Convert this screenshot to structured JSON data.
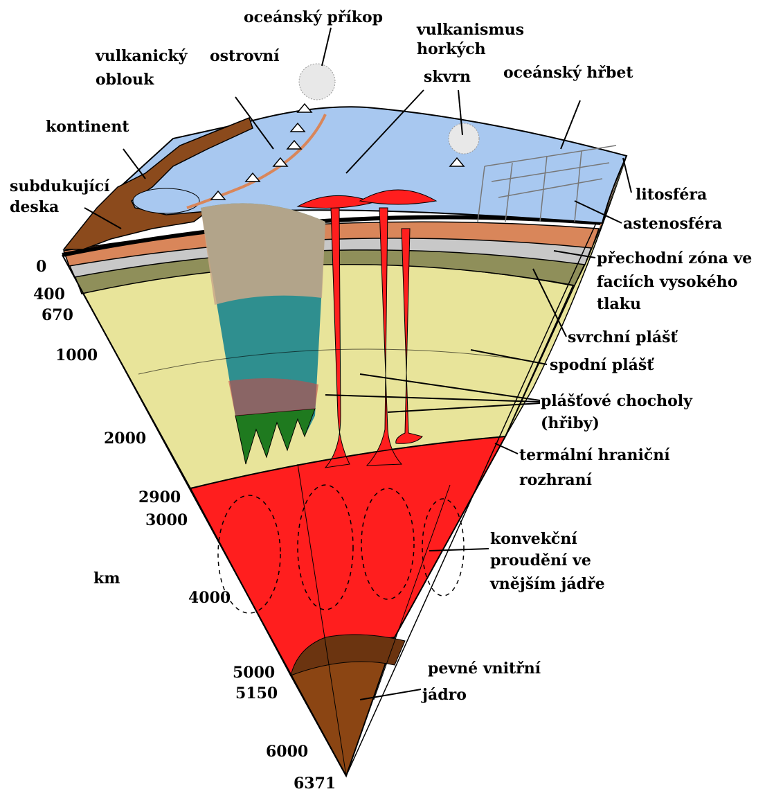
{
  "labels": {
    "ocean_trench": "oceánský příkop",
    "volcanic_arc_1": "vulkanický",
    "volcanic_arc_2": "ostrovní",
    "volcanic_arc_3": "oblouk",
    "hotspot_1": "vulkanismus",
    "hotspot_2": "horkých",
    "hotspot_3": "skvrn",
    "ocean_ridge": "oceánský hřbet",
    "continent": "kontinent",
    "subducting_1": "subdukující",
    "subducting_2": "deska",
    "lithosphere": "litosféra",
    "asthenosphere": "astenosféra",
    "transition_1": "přechodní zóna ve",
    "transition_2": "faciích vysokého",
    "transition_3": "tlaku",
    "upper_mantle": "svrchní plášť",
    "lower_mantle": "spodní plášť",
    "plumes_1": "plášťové chocholy",
    "plumes_2": "(hřiby)",
    "thermal_1": "termální hraniční",
    "thermal_2": "rozhraní",
    "convection_1": "konvekční",
    "convection_2": "proudění ve",
    "convection_3": "vnějším jádře",
    "inner_core_1": "pevné vnitřní",
    "inner_core_2": "jádro",
    "unit": "km"
  },
  "depths": [
    "0",
    "400",
    "670",
    "1000",
    "2000",
    "2900",
    "3000",
    "4000",
    "5000",
    "5150",
    "6000",
    "6371"
  ],
  "colors": {
    "ocean": "#a8c8f0",
    "crust_brown": "#8b4a1c",
    "astheno_orange": "#d9865a",
    "transition_gray": "#c8c8c8",
    "olive": "#8f8f5a",
    "mantle_yellow": "#e8e49a",
    "outer_core_red": "#ff1e1e",
    "inner_core_brown": "#8b4513",
    "slab_green": "#1f7a1f",
    "slab_teal": "#2f8f8f"
  }
}
